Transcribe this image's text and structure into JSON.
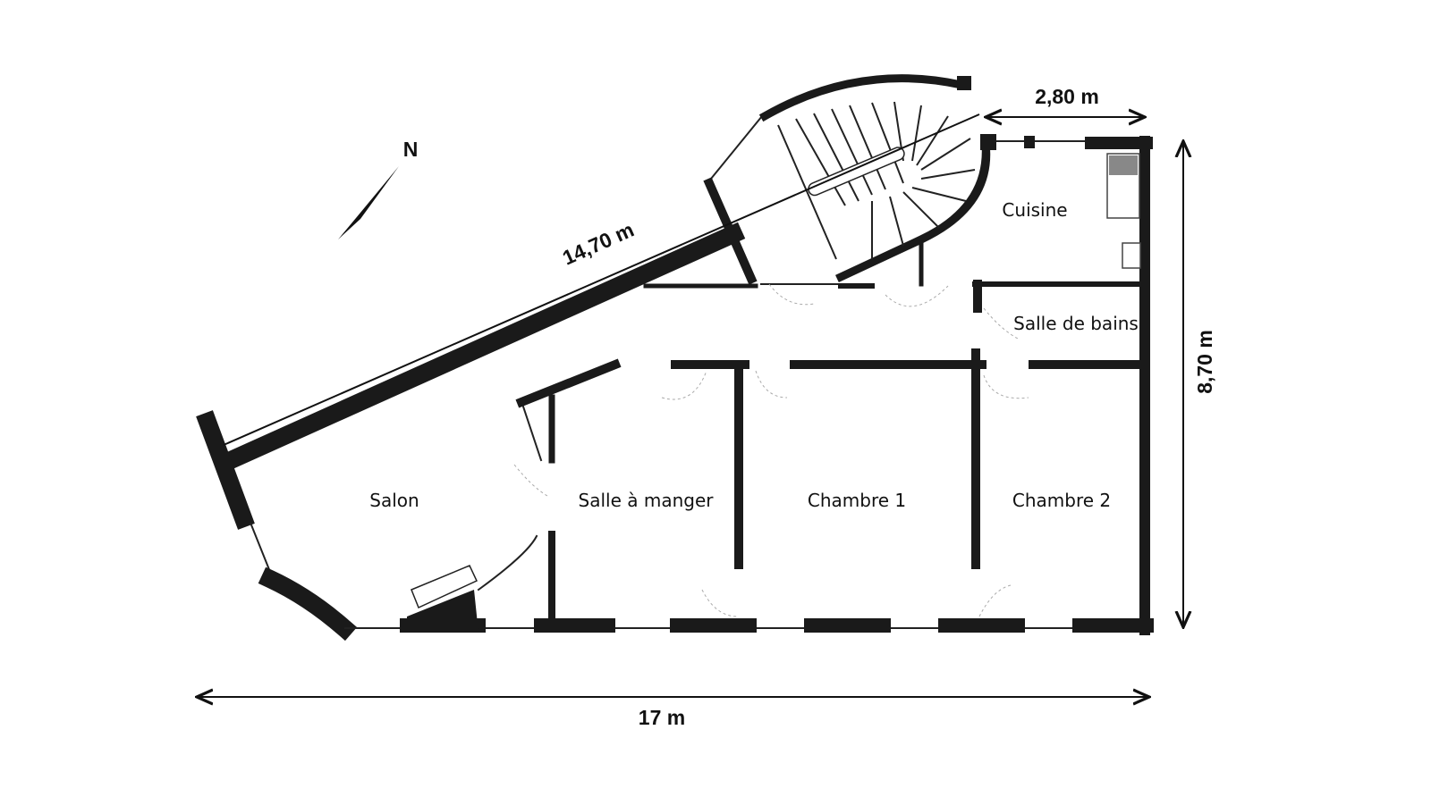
{
  "plan": {
    "rooms": [
      {
        "id": "salon",
        "label": "Salon"
      },
      {
        "id": "salle-a-manger",
        "label": "Salle à manger"
      },
      {
        "id": "chambre-1",
        "label": "Chambre 1"
      },
      {
        "id": "chambre-2",
        "label": "Chambre 2"
      },
      {
        "id": "cuisine",
        "label": "Cuisine"
      },
      {
        "id": "salle-de-bains",
        "label": "Salle de bains"
      }
    ],
    "dimensions": {
      "total_width": "17 m",
      "total_depth": "8,70 m",
      "diagonal": "14,70 m",
      "kitchen_width": "2,80 m"
    },
    "compass_label": "N",
    "colors": {
      "wall": "#1a1a1a",
      "background": "#ffffff"
    }
  }
}
